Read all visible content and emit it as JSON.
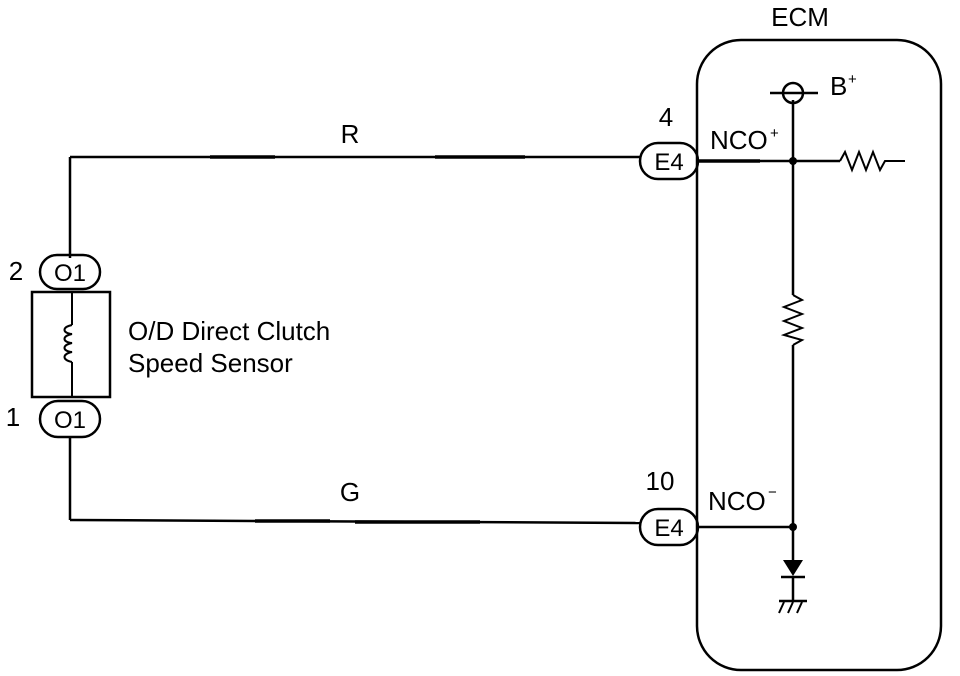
{
  "ecm": {
    "title": "ECM"
  },
  "sensor": {
    "name_line1": "O/D Direct Clutch",
    "name_line2": "Speed Sensor"
  },
  "connectors": {
    "sensor_top": {
      "pin": "2",
      "code": "O1"
    },
    "sensor_bottom": {
      "pin": "1",
      "code": "O1"
    },
    "ecm_top": {
      "pin": "4",
      "code": "E4"
    },
    "ecm_bottom": {
      "pin": "10",
      "code": "E4"
    }
  },
  "wires": {
    "top_color": "R",
    "bottom_color": "G"
  },
  "terminals": {
    "nco_plus": {
      "base": "NCO",
      "sign": "+"
    },
    "nco_minus": {
      "base": "NCO",
      "sign": "−"
    }
  },
  "supply": {
    "base": "B",
    "sign": "+"
  },
  "icons": [
    "coil-icon",
    "resistor-icon",
    "diode-icon",
    "ground-icon",
    "supply-terminal-icon",
    "junction-dot-icon"
  ],
  "colors": {
    "line": "#000000",
    "background": "#ffffff"
  }
}
